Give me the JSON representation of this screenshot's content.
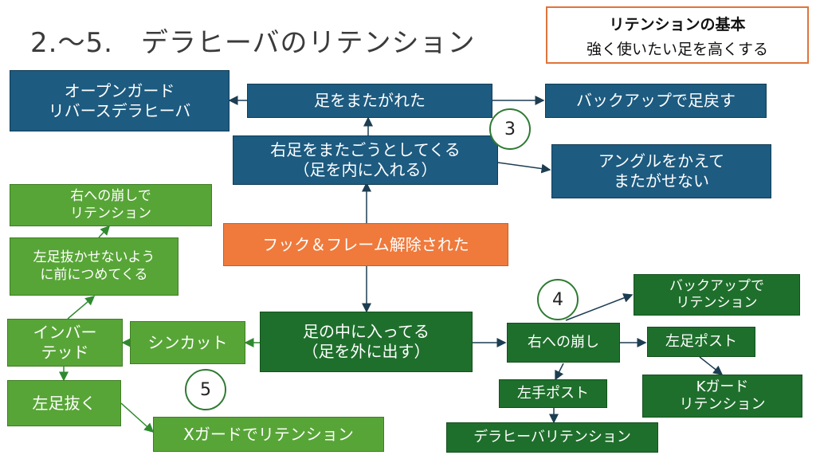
{
  "title": "2.～5.　デラヒーバのリテンション",
  "callout": {
    "heading": "リテンションの基本",
    "subtext": "強く使いたい足を高くする"
  },
  "nodes": {
    "open_guard": "オープンガード\nリバースデラヒーバ",
    "leg_straddled": "足をまたがれた",
    "backup_return": "バックアップで足戻す",
    "right_leg_straddle": "右足をまたごうとしてくる\n（足を内に入れる）",
    "change_angle": "アングルをかえて\nまたがせない",
    "hook_frame_released": "フック＆フレーム解除された",
    "right_break_retention": "右への崩しで\nリテンション",
    "come_forward": "左足抜かせないよう\nに前につめてくる",
    "inverted": "インバー\nテッド",
    "shin_cut": "シンカット",
    "leg_inside": "足の中に入ってる\n（足を外に出す）",
    "left_leg_out": "左足抜く",
    "x_guard_retention": "Xガードでリテンション",
    "right_break": "右への崩し",
    "backup_retention": "バックアップで\nリテンション",
    "left_foot_post": "左足ポスト",
    "k_guard_retention": "Kガード\nリテンション",
    "left_hand_post": "左手ポスト",
    "dlr_retention": "デラヒーバリテンション"
  },
  "markers": {
    "three": "3",
    "four": "4",
    "five": "5"
  },
  "colors": {
    "blue": "#1d5b80",
    "orange": "#ef7a3c",
    "dark_green": "#1f6f2c",
    "light_green": "#58a537",
    "callout_border": "#e0743a"
  }
}
